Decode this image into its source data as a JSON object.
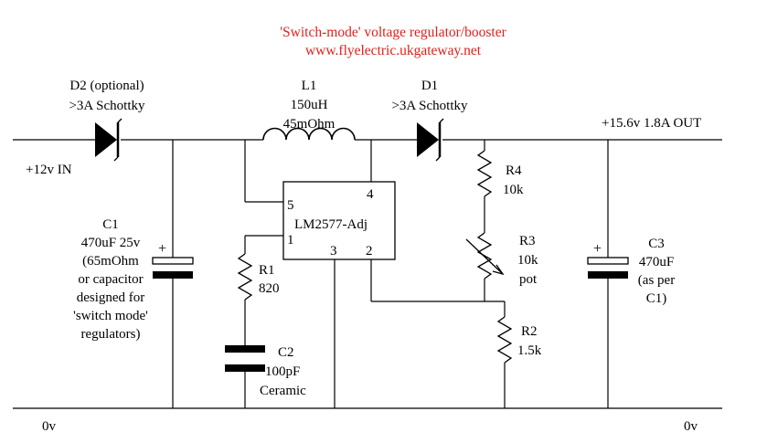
{
  "title": {
    "line1": "'Switch-mode' voltage regulator/booster",
    "line2": "www.flyelectric.ukgateway.net",
    "color": "#e0201b"
  },
  "nets": {
    "input": "+12v IN",
    "output": "+15.6v 1.8A OUT",
    "ground_left": "0v",
    "ground_right": "0v"
  },
  "components": {
    "d2": {
      "name": "D2 (optional)",
      "spec": ">3A Schottky"
    },
    "l1": {
      "name": "L1",
      "value": "150uH",
      "spec": "45mOhm"
    },
    "d1": {
      "name": "D1",
      "spec": ">3A Schottky"
    },
    "c1": {
      "name": "C1",
      "value": "470uF 25v",
      "note": [
        "(65mOhm",
        "or capacitor",
        "designed for",
        "'switch mode'",
        "regulators)"
      ],
      "polarity": "+"
    },
    "ic": {
      "name": "LM2577-Adj",
      "pins": {
        "p1": "1",
        "p2": "2",
        "p3": "3",
        "p4": "4",
        "p5": "5"
      }
    },
    "r1": {
      "name": "R1",
      "value": "820"
    },
    "c2": {
      "name": "C2",
      "value": "100pF",
      "spec": "Ceramic"
    },
    "r4": {
      "name": "R4",
      "value": "10k"
    },
    "r3": {
      "name": "R3",
      "value": "10k",
      "spec": "pot"
    },
    "r2": {
      "name": "R2",
      "value": "1.5k"
    },
    "c3": {
      "name": "C3",
      "value": "470uF",
      "note": [
        "(as per",
        "C1)"
      ],
      "polarity": "+"
    }
  }
}
